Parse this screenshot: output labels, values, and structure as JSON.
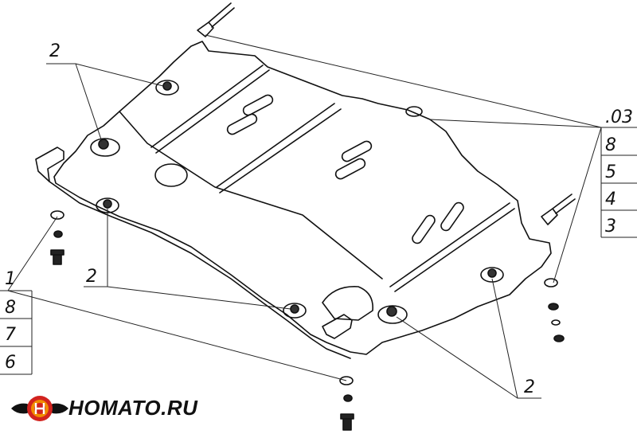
{
  "drawing": {
    "callout_numbers": {
      "top_left_2": "2",
      "middle_left_2": "2",
      "bottom_right_2": "2",
      "right_stack": [
        ".03",
        "8",
        "5",
        "4",
        "3"
      ],
      "left_stack": [
        "1",
        "8",
        "7",
        "6"
      ]
    }
  },
  "watermark": {
    "brand": "HOMATO.RU",
    "colors": {
      "dark": "#111111",
      "red": "#d2231f",
      "orange": "#f28c00"
    }
  }
}
